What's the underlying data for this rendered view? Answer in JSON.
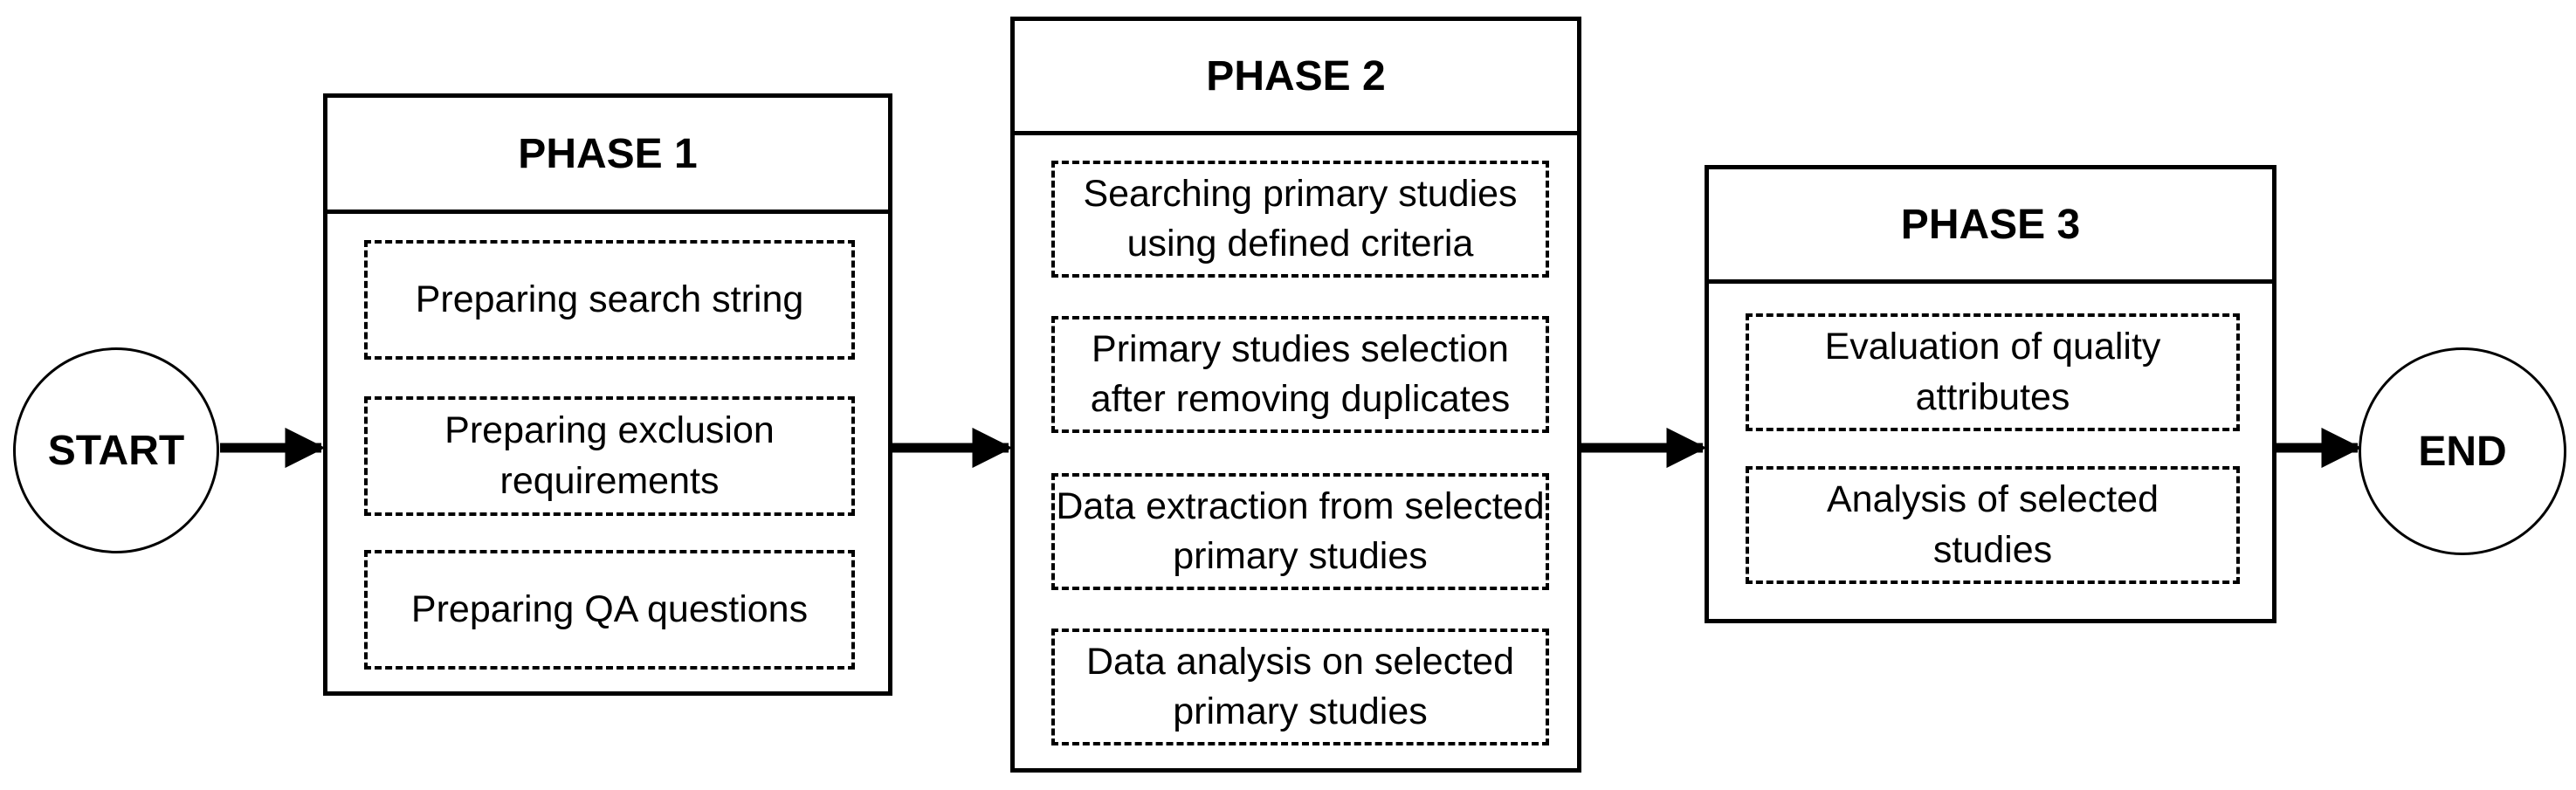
{
  "start_label": "START",
  "end_label": "END",
  "phases": [
    {
      "title": "PHASE 1",
      "steps": [
        "Preparing search string",
        "Preparing exclusion requirements",
        "Preparing QA questions"
      ]
    },
    {
      "title": "PHASE 2",
      "steps": [
        "Searching primary studies using defined criteria",
        "Primary studies selection after removing duplicates",
        "Data extraction from selected primary studies",
        "Data analysis on selected primary studies"
      ]
    },
    {
      "title": "PHASE 3",
      "steps": [
        "Evaluation of quality attributes",
        "Analysis of selected studies"
      ]
    }
  ]
}
